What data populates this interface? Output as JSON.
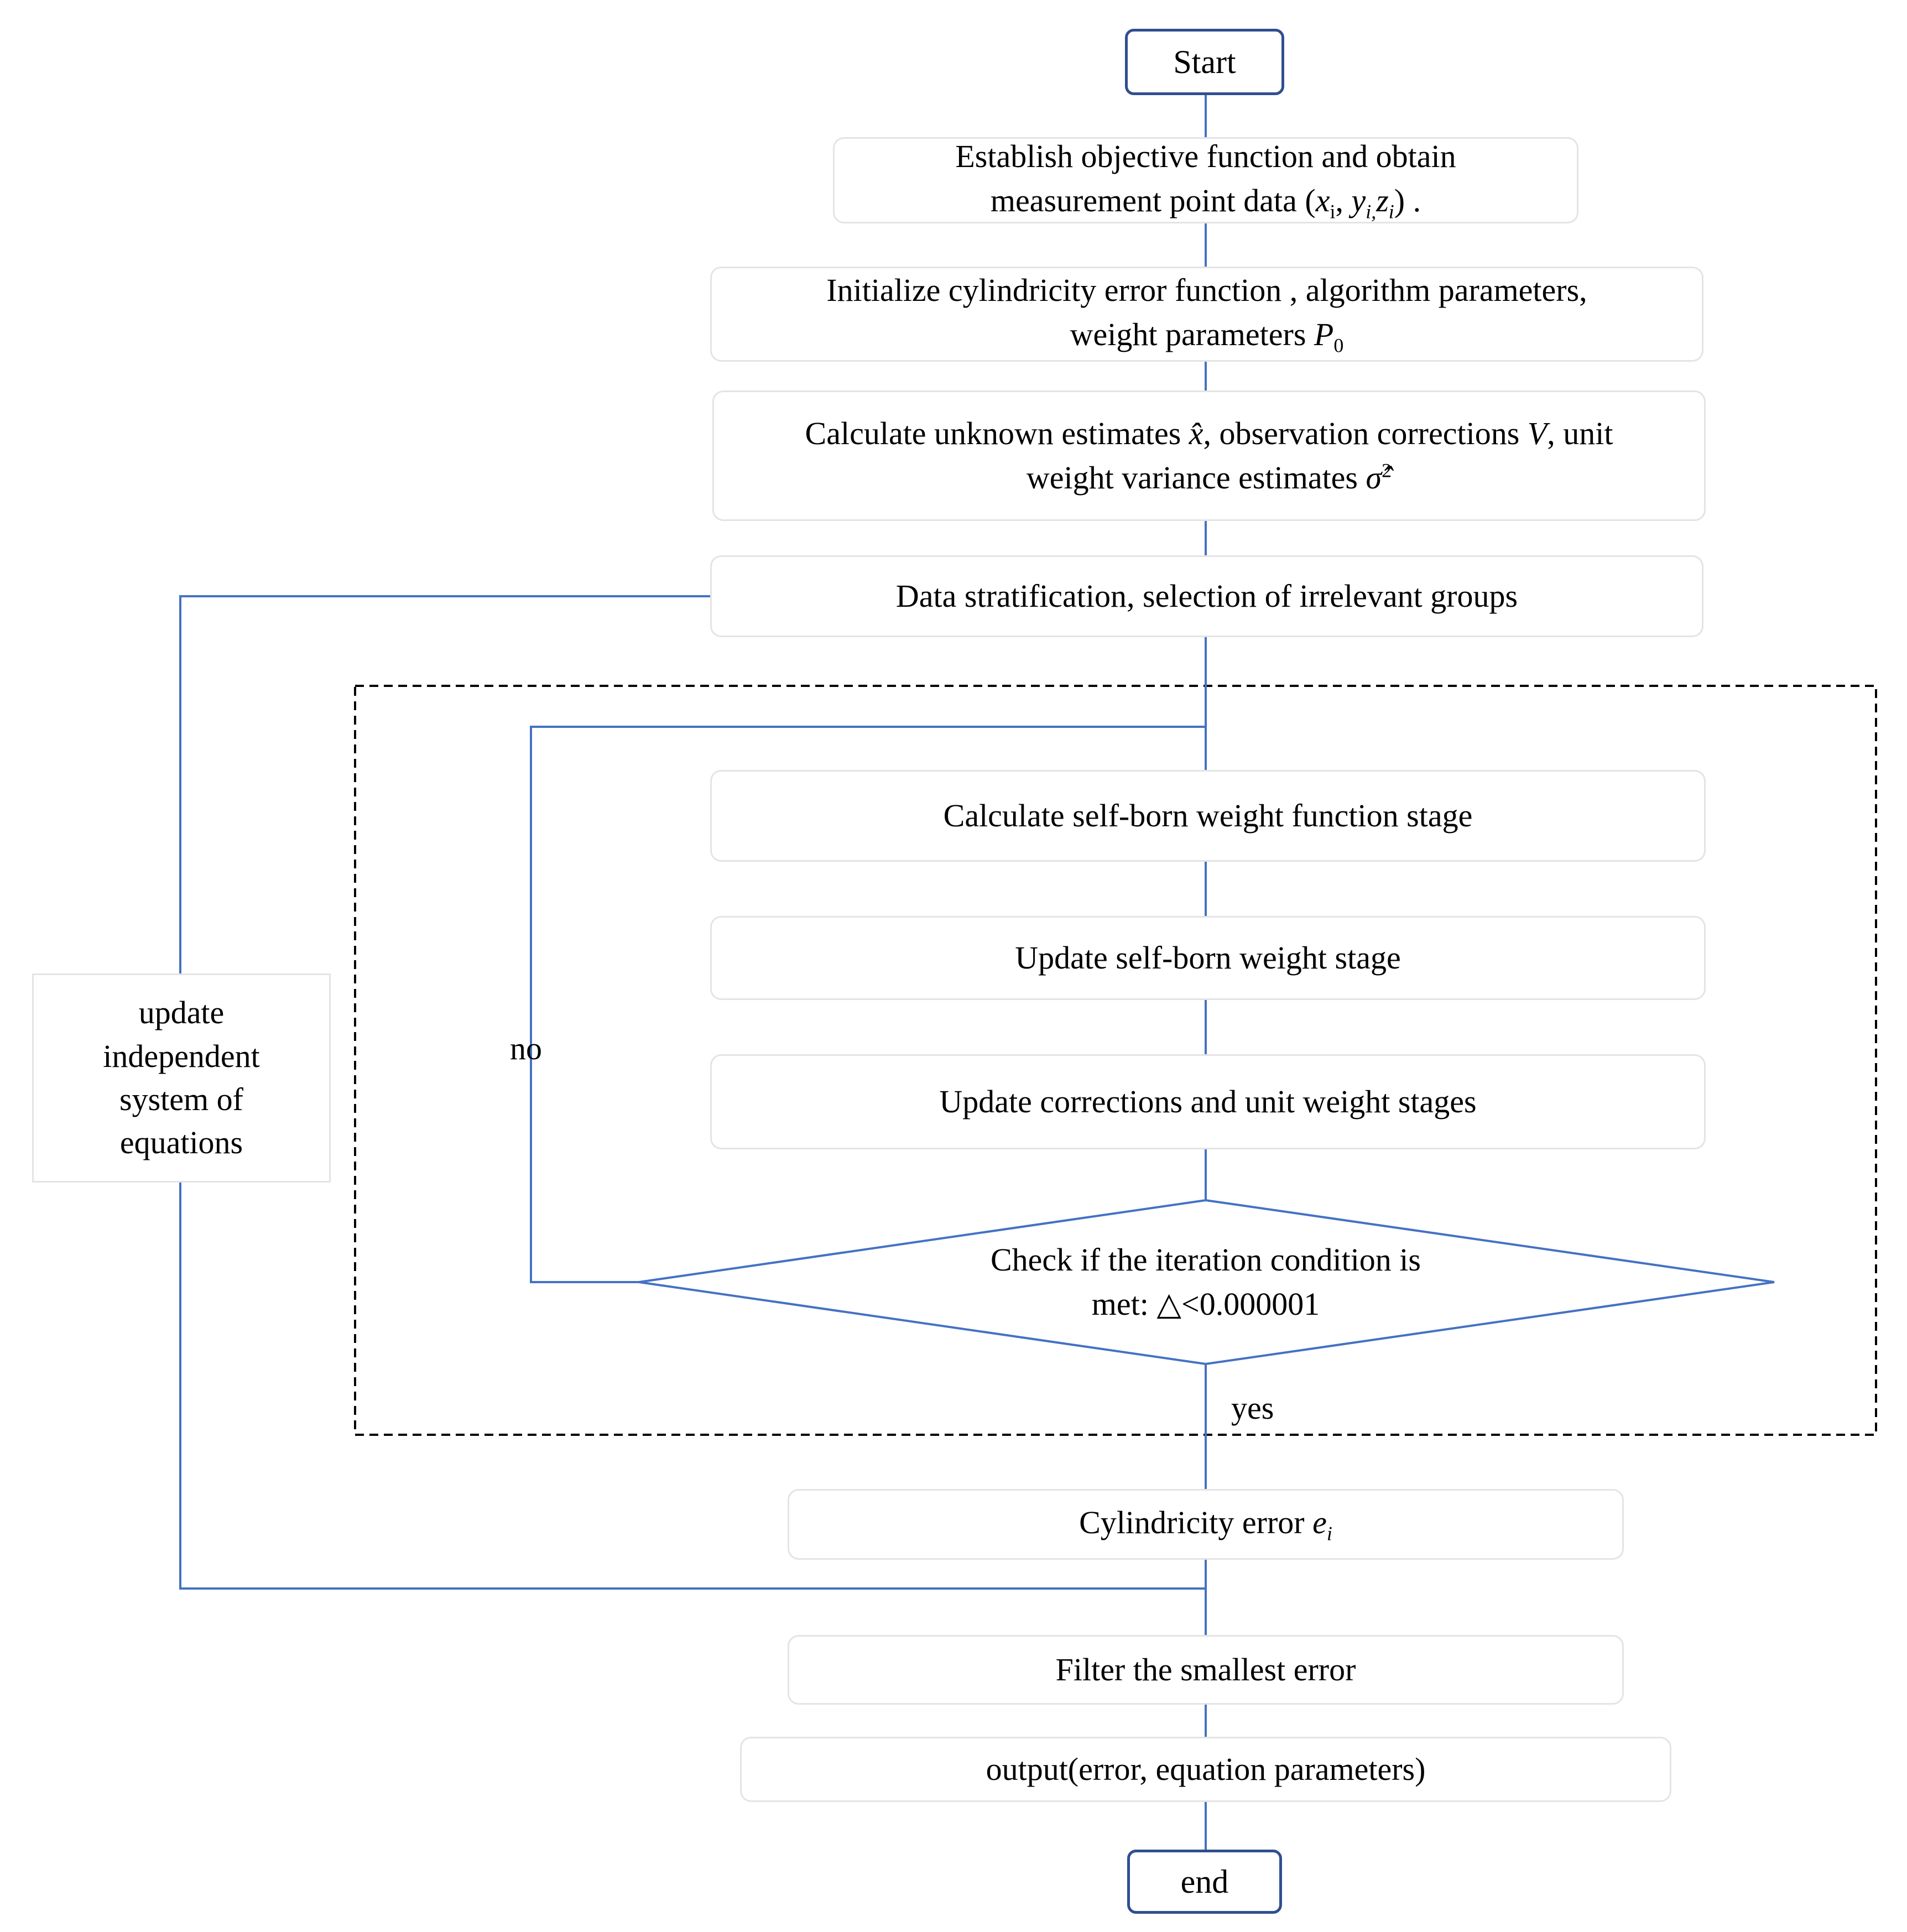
{
  "nodes": {
    "start": "Start",
    "establish": [
      "Establish objective function and obtain",
      "measurement point data"
    ],
    "establish_math": {
      "open": "(",
      "x": "x",
      "x_sub": "i",
      "sep1": ", ",
      "y": "y",
      "y_sub": "i,",
      "z": "z",
      "z_sub": "i",
      "close": ") ."
    },
    "initialize": [
      "Initialize cylindricity error function , algorithm parameters,",
      "weight parameters"
    ],
    "initialize_math": {
      "p": "P",
      "p_sub": "0"
    },
    "calculate": [
      "Calculate unknown estimates",
      ", observation corrections",
      ", unit",
      "weight variance estimates"
    ],
    "calculate_math": {
      "xhat": "x̂",
      "v": "V",
      "sigma": "σ̂",
      "sigma_sup": "2"
    },
    "stratify": "Data stratification, selection of irrelevant groups",
    "calc_weight": "Calculate self-born weight function stage",
    "update_weight": "Update self-born weight stage",
    "update_corr": "Update corrections and unit weight stages",
    "check": [
      "Check if the iteration condition is",
      "met: △<0.000001"
    ],
    "cyl_error": "Cylindricity error",
    "cyl_error_math": {
      "e": "e",
      "e_sub": "i"
    },
    "filter": "Filter the smallest error",
    "output": "output(error, equation parameters)",
    "end": "end",
    "side": [
      "update",
      "independent",
      "system of",
      "equations"
    ]
  },
  "labels": {
    "no": "no",
    "yes": "yes"
  },
  "colors": {
    "connector": "#4472c4",
    "terminal_border": "#2f4f8f",
    "box_border": "#e4e4e4",
    "dashed_frame": "#000000"
  }
}
